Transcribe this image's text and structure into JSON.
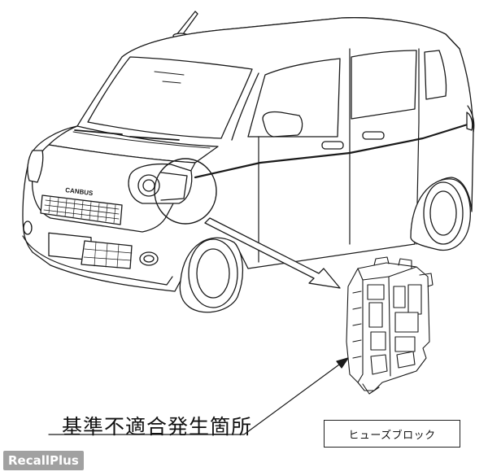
{
  "diagram": {
    "location_label": "基準不適合発生箇所",
    "fuse_block_label": "ヒューズブロック",
    "vehicle_badge": "CANBUS",
    "watermark": "RecallPlus"
  }
}
